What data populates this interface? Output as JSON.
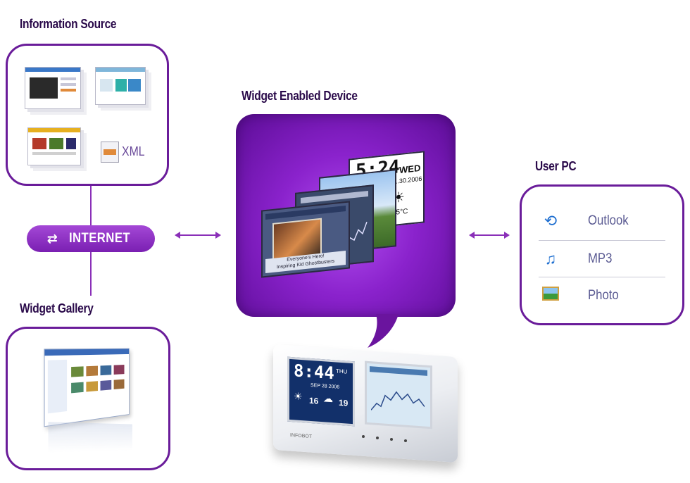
{
  "sections": {
    "information_source": "Information Source",
    "widget_enabled_device": "Widget Enabled Device",
    "user_pc": "User PC",
    "widget_gallery": "Widget Gallery"
  },
  "internet": {
    "label": "INTERNET",
    "icon": "sync-arrows-icon"
  },
  "info_source": {
    "xml_label": "XML"
  },
  "user_pc_items": [
    {
      "label": "Outlook",
      "icon": "outlook-sync-icon"
    },
    {
      "label": "MP3",
      "icon": "music-note-icon"
    },
    {
      "label": "Photo",
      "icon": "photo-icon"
    }
  ],
  "widget_screen": {
    "time": "5:24",
    "day": "WED",
    "date": "11.30.2006",
    "temp": "25°C",
    "caption_line1": "Everyone's Hero!",
    "caption_line2": "Inspiring Kid Ghostbusters"
  },
  "device": {
    "time": "8:44",
    "ampm": "THU",
    "date": "SEP 28 2006",
    "temp_left": "16",
    "temp_right": "19",
    "brand": "INFOBOT"
  },
  "colors": {
    "accent": "#7a1fb2",
    "panel_border": "#6a1c9a",
    "title": "#2a0a4a"
  }
}
